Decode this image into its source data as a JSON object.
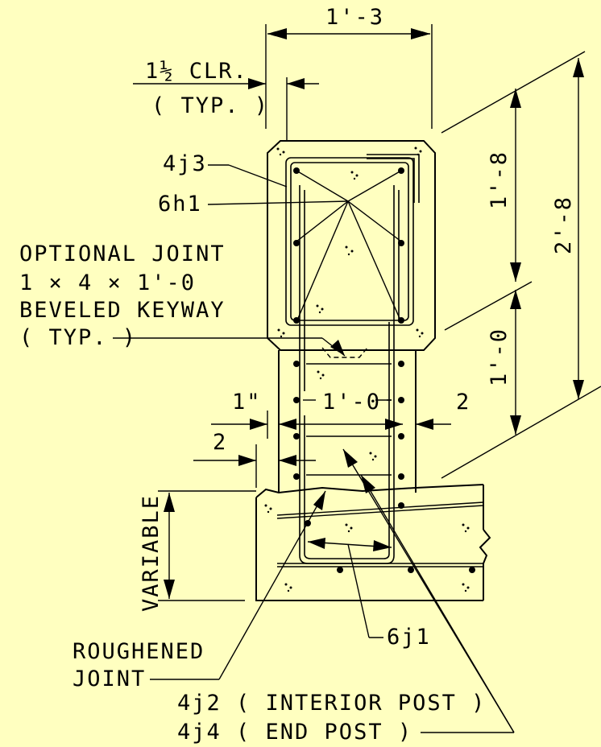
{
  "labels": {
    "dim_top": "1'-3",
    "clr_line1": "1½ CLR.",
    "clr_line2": "( TYP. )",
    "bar_4j3": "4j3",
    "bar_6h1": "6h1",
    "opt_joint_1": "OPTIONAL JOINT",
    "opt_joint_2": "1 × 4 × 1'-0",
    "opt_joint_3": "BEVELED KEYWAY",
    "opt_joint_4": "( TYP. )",
    "dim_1in": "1\"",
    "dim_1_0_mid": "1'-0",
    "dim_2_right": "2",
    "dim_2_left": "2",
    "dim_1_8": "1'-8",
    "dim_2_8": "2'-8",
    "dim_1_0_right": "1'-0",
    "variable": "VARIABLE",
    "roughened_1": "ROUGHENED",
    "roughened_2": "JOINT",
    "bar_6j1": "6j1",
    "bar_4j2": "4j2 ( INTERIOR POST )",
    "bar_4j4": "4j4 ( END POST )"
  }
}
